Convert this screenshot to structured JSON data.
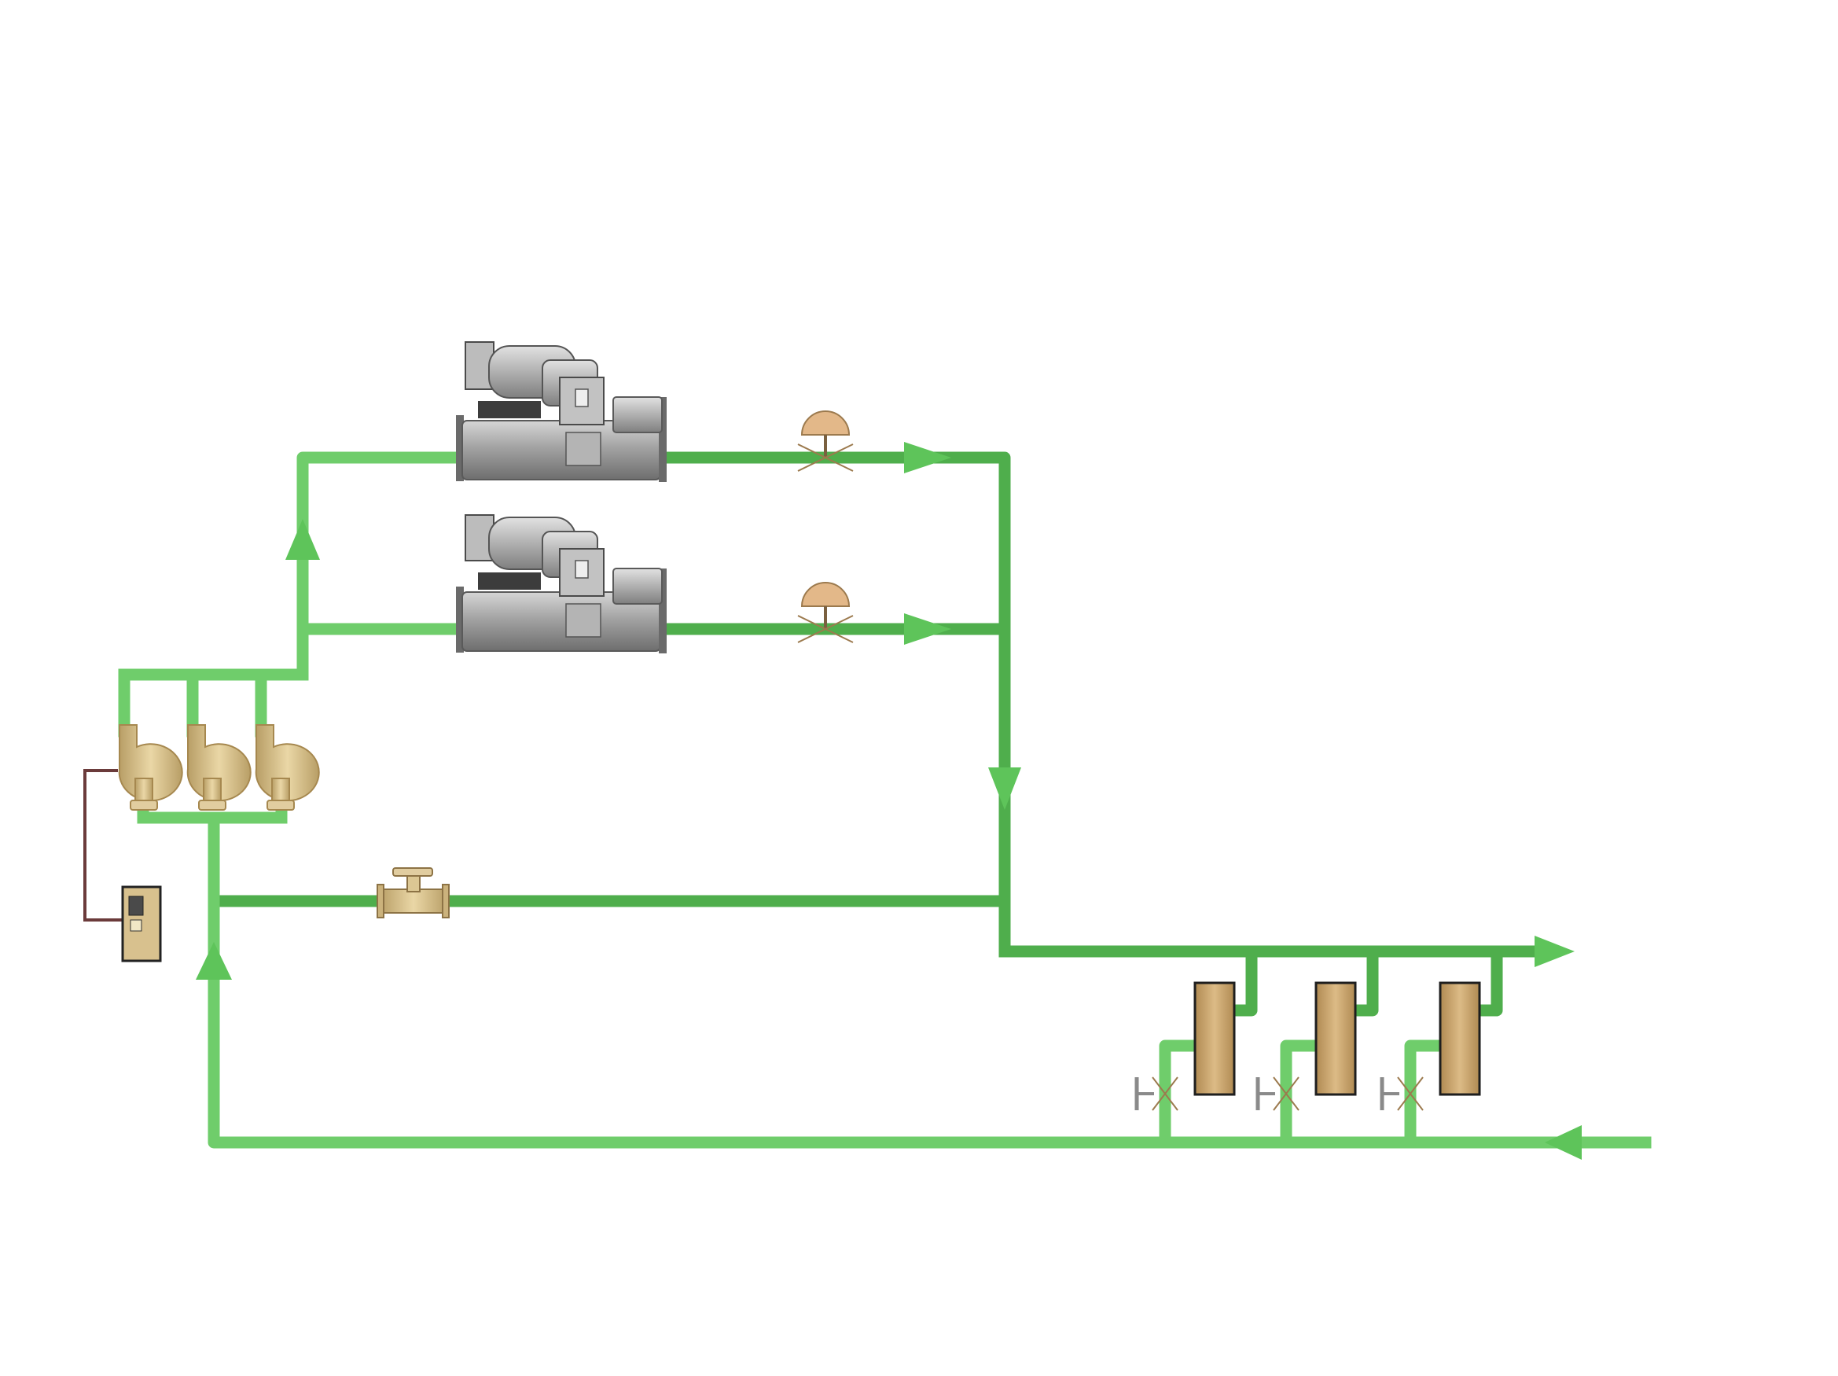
{
  "diagram": {
    "kind": "chilled-water-plant-schematic",
    "colors": {
      "supply_pipe": "#4fae4c",
      "return_pipe": "#6fcd6b",
      "flow_arrow": "#5ec45a",
      "chiller_shell": "#8c8c8c",
      "chiller_body": "#a6a6a6",
      "brass": "#d8c18e",
      "brass_dark": "#b89e66",
      "coil": "#c9a46a",
      "control_wire": "#6b3b3b",
      "background": "#ffffff"
    },
    "components": {
      "chillers": [
        "chiller-1",
        "chiller-2"
      ],
      "chiller_isolation_valves": [
        "chiller-valve-1",
        "chiller-valve-2"
      ],
      "primary_pumps": [
        "pump-1",
        "pump-2",
        "pump-3"
      ],
      "variable_speed_drive": "vfd",
      "bypass_valve": "bypass-valve",
      "cooling_coils": [
        "coil-1",
        "coil-2",
        "coil-3"
      ],
      "coil_control_valves": [
        "coil-valve-1",
        "coil-valve-2",
        "coil-valve-3"
      ]
    },
    "flow_arrows": [
      "arrow-pump-to-chiller-up",
      "arrow-chiller1-outlet",
      "arrow-chiller2-outlet",
      "arrow-supply-down",
      "arrow-supply-out",
      "arrow-return-in",
      "arrow-return-to-pumps"
    ]
  }
}
